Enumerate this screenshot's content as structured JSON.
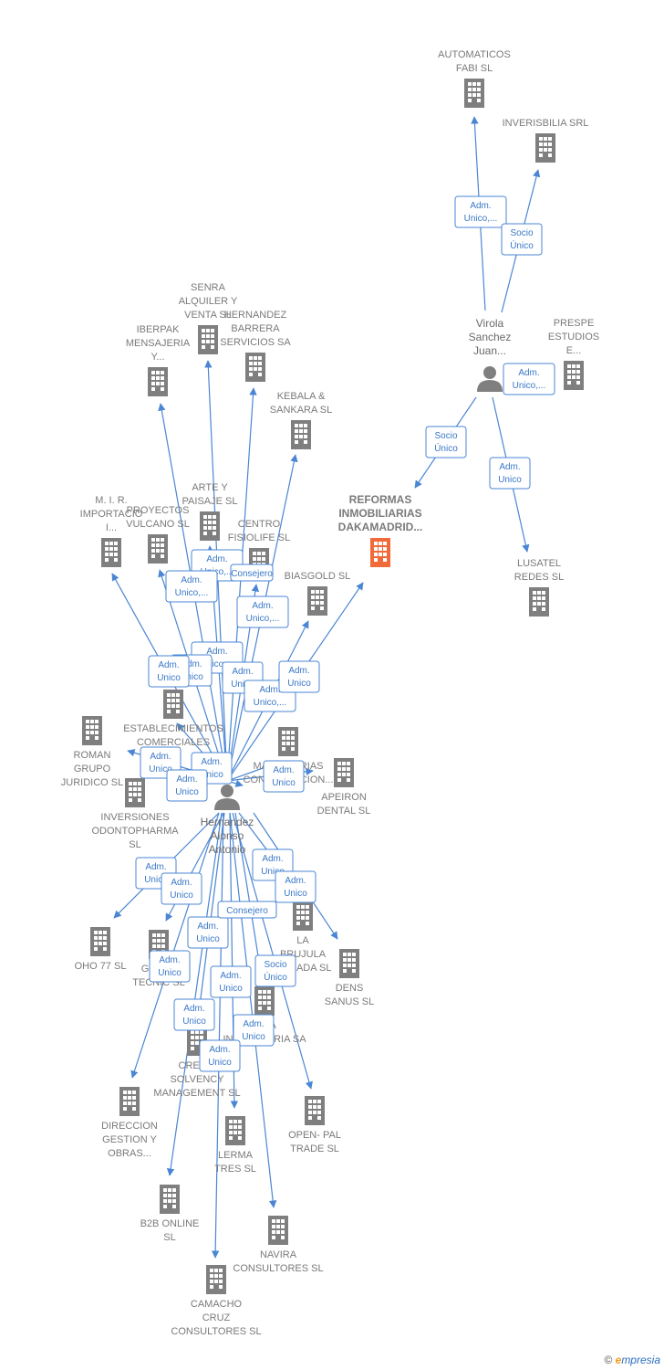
{
  "people": [
    {
      "id": "hernandez",
      "lines": [
        "Hernandez",
        "Alonso",
        "Antonio"
      ]
    },
    {
      "id": "virola",
      "lines": [
        "Virola",
        "Sanchez",
        "Juan..."
      ]
    }
  ],
  "companies": [
    {
      "id": "automaticos",
      "lines": [
        "AUTOMATICOS",
        "FABI  SL"
      ]
    },
    {
      "id": "inverisbilia",
      "lines": [
        "INVERISBILIA SRL"
      ]
    },
    {
      "id": "prespe",
      "lines": [
        "PRESPE",
        "ESTUDIOS",
        "E..."
      ]
    },
    {
      "id": "reformas",
      "lines": [
        "REFORMAS",
        "INMOBILIARIAS",
        "DAKAMADRID..."
      ],
      "main": true
    },
    {
      "id": "lusatel",
      "lines": [
        "LUSATEL",
        "REDES SL"
      ]
    },
    {
      "id": "senra",
      "lines": [
        "SENRA",
        "ALQUILER Y",
        "VENTA SL"
      ]
    },
    {
      "id": "hbarrera",
      "lines": [
        "HERNANDEZ",
        "BARRERA",
        "SERVICIOS SA"
      ]
    },
    {
      "id": "iberpak",
      "lines": [
        "IBERPAK",
        "MENSAJERIA",
        "Y..."
      ]
    },
    {
      "id": "kebala",
      "lines": [
        "KEBALA &",
        "SANKARA SL"
      ]
    },
    {
      "id": "arte",
      "lines": [
        "ARTE Y",
        "PAISAJE SL"
      ]
    },
    {
      "id": "mir",
      "lines": [
        "M.  I. R.",
        "IMPORTACIO",
        "I..."
      ]
    },
    {
      "id": "proyectos",
      "lines": [
        "PROYECTOS",
        "VULCANO SL"
      ]
    },
    {
      "id": "centro",
      "lines": [
        "CENTRO",
        "FISIOLIFE SL"
      ]
    },
    {
      "id": "biasgold",
      "lines": [
        "BIASGOLD SL"
      ]
    },
    {
      "id": "establec",
      "lines": [
        "ESTABLECIMIENTOS",
        "COMERCIALES",
        "S..."
      ]
    },
    {
      "id": "roman",
      "lines": [
        "ROMAN",
        "GRUPO",
        "JURIDICO  SL"
      ]
    },
    {
      "id": "maquinarias",
      "lines": [
        "MAQUINARIAS",
        "CONSTRUCCION..."
      ]
    },
    {
      "id": "apeiron",
      "lines": [
        "APEIRON",
        "DENTAL  SL"
      ]
    },
    {
      "id": "inversiones",
      "lines": [
        "INVERSIONES",
        "ODONTOPHARMA",
        "SL"
      ]
    },
    {
      "id": "oho",
      "lines": [
        "OHO 77  SL"
      ]
    },
    {
      "id": "gauss",
      "lines": [
        "GAUSS",
        "TECNIC SL"
      ]
    },
    {
      "id": "brujula",
      "lines": [
        "LA",
        "BRUJULA",
        "DORADA SL"
      ]
    },
    {
      "id": "dens",
      "lines": [
        "DENS",
        "SANUS SL"
      ]
    },
    {
      "id": "vida",
      "lines": [
        "VIDA",
        "INMOBILIARIA SA"
      ]
    },
    {
      "id": "credit",
      "lines": [
        "CREDIT",
        "SOLVENCY",
        "MANAGEMENT SL"
      ]
    },
    {
      "id": "direccion",
      "lines": [
        "DIRECCION",
        "GESTION Y",
        "OBRAS..."
      ]
    },
    {
      "id": "openpal",
      "lines": [
        "OPEN- PAL",
        "TRADE  SL"
      ]
    },
    {
      "id": "lerma",
      "lines": [
        "LERMA",
        "TRES SL"
      ]
    },
    {
      "id": "b2b",
      "lines": [
        "B2B ONLINE",
        "SL"
      ]
    },
    {
      "id": "navira",
      "lines": [
        "NAVIRA",
        "CONSULTORES SL"
      ]
    },
    {
      "id": "camacho",
      "lines": [
        "CAMACHO",
        "CRUZ",
        "CONSULTORES SL"
      ]
    }
  ],
  "roles": [
    {
      "id": "r1",
      "lines": [
        "Adm.",
        "Unico,..."
      ]
    },
    {
      "id": "r2",
      "lines": [
        "Socio",
        "Único"
      ]
    },
    {
      "id": "r3",
      "lines": [
        "Adm.",
        "Unico,..."
      ]
    },
    {
      "id": "r4",
      "lines": [
        "Socio",
        "Único"
      ]
    },
    {
      "id": "r5",
      "lines": [
        "Adm.",
        "Unico"
      ]
    },
    {
      "id": "r6",
      "lines": [
        "Adm.",
        "Unico,..."
      ]
    },
    {
      "id": "r7",
      "lines": [
        "Adm.",
        "Unico,..."
      ]
    },
    {
      "id": "r8",
      "lines": [
        "Consejero"
      ]
    },
    {
      "id": "r9",
      "lines": [
        "Adm.",
        "Unico,..."
      ]
    },
    {
      "id": "r10",
      "lines": [
        "Adm.",
        "Unico,..."
      ]
    },
    {
      "id": "r11",
      "lines": [
        "Adm.",
        "Unico"
      ]
    },
    {
      "id": "r12",
      "lines": [
        "Adm.",
        "Unico"
      ]
    },
    {
      "id": "r13",
      "lines": [
        "Adm.",
        "Unico"
      ]
    },
    {
      "id": "r14",
      "lines": [
        "Adm.",
        "Unico,..."
      ]
    },
    {
      "id": "r15",
      "lines": [
        "Adm.",
        "Unico"
      ]
    },
    {
      "id": "r16",
      "lines": [
        "Adm.",
        "Unico"
      ]
    },
    {
      "id": "r17",
      "lines": [
        "Adm.",
        "Unico"
      ]
    },
    {
      "id": "r18",
      "lines": [
        "Adm.",
        "Unico"
      ]
    },
    {
      "id": "r19",
      "lines": [
        "Adm.",
        "Unico"
      ]
    },
    {
      "id": "r20",
      "lines": [
        "Adm.",
        "Unico"
      ]
    },
    {
      "id": "r21",
      "lines": [
        "Adm.",
        "Unico"
      ]
    },
    {
      "id": "r22",
      "lines": [
        "Adm.",
        "Unico"
      ]
    },
    {
      "id": "r23",
      "lines": [
        "Adm.",
        "Unico"
      ]
    },
    {
      "id": "r24",
      "lines": [
        "Adm.",
        "Unico"
      ]
    },
    {
      "id": "r25",
      "lines": [
        "Consejero"
      ]
    },
    {
      "id": "r26",
      "lines": [
        "Adm.",
        "Unico"
      ]
    },
    {
      "id": "r27",
      "lines": [
        "Socio",
        "Único"
      ]
    },
    {
      "id": "r28",
      "lines": [
        "Adm.",
        "Unico"
      ]
    },
    {
      "id": "r29",
      "lines": [
        "Adm.",
        "Unico"
      ]
    },
    {
      "id": "r30",
      "lines": [
        "Adm.",
        "Unico"
      ]
    },
    {
      "id": "r31",
      "lines": [
        "Adm.",
        "Unico"
      ]
    },
    {
      "id": "r32",
      "lines": [
        "Adm.",
        "Unico"
      ]
    }
  ],
  "footer": {
    "copyright": "©",
    "brand_e": "e",
    "brand_rest": "mpresia"
  },
  "colors": {
    "edge": "#4a86d4",
    "building": "#7f7f7f",
    "main_building": "#f06a3a",
    "person": "#7f7f7f"
  }
}
